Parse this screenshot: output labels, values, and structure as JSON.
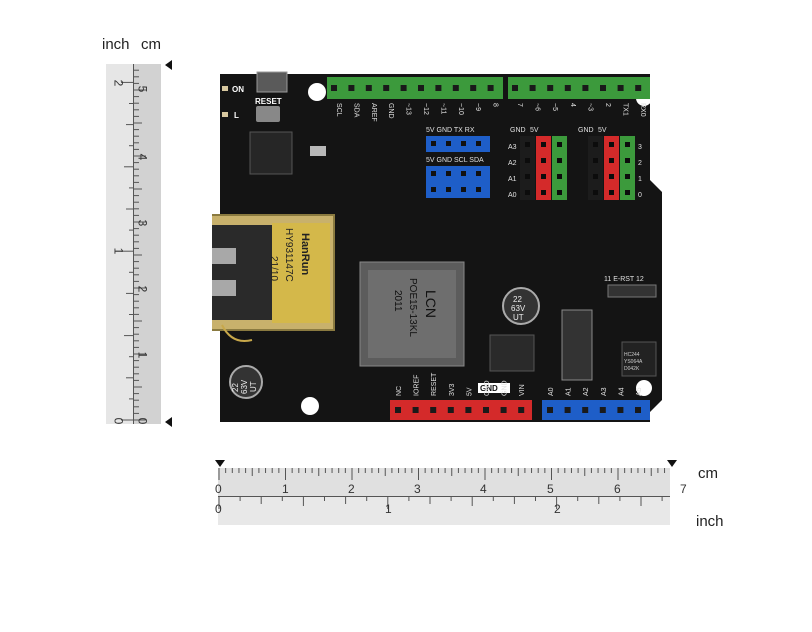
{
  "rulers": {
    "vertical_label_inch": "inch",
    "vertical_label_cm": "cm",
    "vertical_cm_ticks": [
      "5",
      "4",
      "3",
      "2",
      "1",
      "0"
    ],
    "vertical_inch_ticks": [
      "2",
      "1",
      "0"
    ],
    "horizontal_cm_unit": "cm",
    "horizontal_inch_unit": "inch",
    "horizontal_cm_ticks": [
      "0",
      "1",
      "2",
      "3",
      "4",
      "5",
      "6",
      "7"
    ],
    "horizontal_inch_ticks": [
      "0",
      "1",
      "2"
    ]
  },
  "board": {
    "on_label": "ON",
    "l_label": "L",
    "reset_label": "RESET",
    "top_header_labels": [
      "SCL",
      "SDA",
      "AREF",
      "GND",
      "~13",
      "~12",
      "~11",
      "~10",
      "~9",
      "8",
      "7",
      "~6",
      "~5",
      "4",
      "~3",
      "2",
      "TX1",
      "RX0"
    ],
    "blue_header_top": "5V GND TX RX",
    "blue_header_bottom": "5V GND SCL SDA",
    "sensor_header_left_labels": [
      "GND",
      "5V"
    ],
    "sensor_header_right_labels": [
      "GND",
      "5V"
    ],
    "analog_side_labels": [
      "A3",
      "A2",
      "A1",
      "A0"
    ],
    "digital_side_labels": [
      "3",
      "2",
      "1",
      "0"
    ],
    "jack_brand": "HanRun",
    "jack_model": "HY931147C",
    "jack_date": "21/10",
    "transformer_brand": "LCN",
    "transformer_model": "POE15-13KL",
    "transformer_year": "2011",
    "cap_left_lines": [
      "22",
      "63V",
      "UT"
    ],
    "cap_right_lines": [
      "22",
      "63V",
      "UT"
    ],
    "erst_label": "11 E-RST 12",
    "chip_label_line1": "HC244",
    "chip_label_line2": "YS064A",
    "chip_label_line3": "D042K",
    "gnd_label": "GND",
    "power_header_labels": [
      "NC",
      "IOREF",
      "RESET",
      "3V3",
      "5V",
      "GND",
      "GND",
      "VIN"
    ],
    "analog_header_labels": [
      "A0",
      "A1",
      "A2",
      "A3",
      "A4",
      "A5"
    ]
  }
}
